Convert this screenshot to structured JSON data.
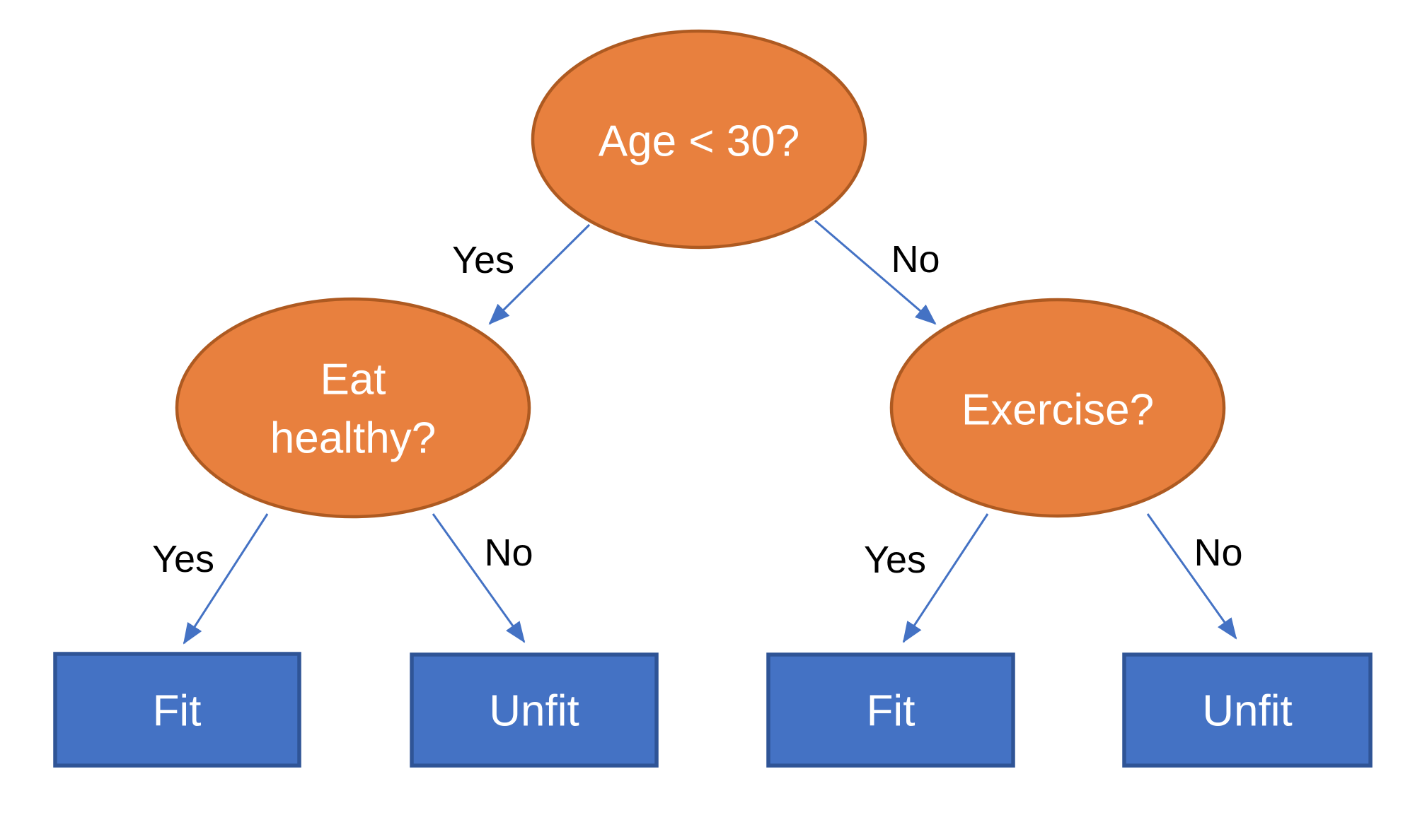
{
  "diagram": {
    "type": "decision-tree",
    "nodes": {
      "root": {
        "label": "Age < 30?"
      },
      "left": {
        "label": "Eat healthy?",
        "lines": [
          "Eat",
          "healthy?"
        ]
      },
      "right": {
        "label": "Exercise?"
      },
      "leaf1": {
        "label": "Fit"
      },
      "leaf2": {
        "label": "Unfit"
      },
      "leaf3": {
        "label": "Fit"
      },
      "leaf4": {
        "label": "Unfit"
      }
    },
    "edges": {
      "root_left": {
        "label": "Yes",
        "from": "Age < 30?",
        "to": "Eat healthy?"
      },
      "root_right": {
        "label": "No",
        "from": "Age < 30?",
        "to": "Exercise?"
      },
      "left_fit": {
        "label": "Yes",
        "from": "Eat healthy?",
        "to": "Fit"
      },
      "left_unfit": {
        "label": "No",
        "from": "Eat healthy?",
        "to": "Unfit"
      },
      "right_fit": {
        "label": "Yes",
        "from": "Exercise?",
        "to": "Fit"
      },
      "right_unfit": {
        "label": "No",
        "from": "Exercise?",
        "to": "Unfit"
      }
    },
    "colors": {
      "background": "#ffffff",
      "decision_fill": "#E8803E",
      "decision_stroke": "#AE5A21",
      "leaf_fill": "#4472C4",
      "leaf_stroke": "#2F5496",
      "edge": "#4472C4",
      "node_text": "#FFFFFF",
      "edge_label_text": "#000000"
    }
  }
}
